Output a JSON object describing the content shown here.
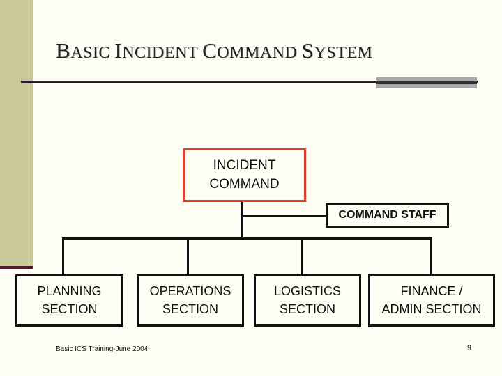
{
  "title": {
    "b": "B",
    "asic": "ASIC",
    "i": "I",
    "ncident": "NCIDENT",
    "c": "C",
    "ommand": "OMMAND",
    "s": "S",
    "ystem": "YSTEM"
  },
  "org_chart": {
    "incident_command": "INCIDENT\nCOMMAND",
    "command_staff": "COMMAND STAFF",
    "sections": [
      {
        "label": "PLANNING\nSECTION"
      },
      {
        "label": "OPERATIONS\nSECTION"
      },
      {
        "label": "LOGISTICS\nSECTION"
      },
      {
        "label": "FINANCE /\nADMIN SECTION"
      }
    ]
  },
  "footer": {
    "text": "Basic ICS Training-June 2004",
    "page_number": "9"
  },
  "colors": {
    "background": "#FEFEF4",
    "sidebar": "#C9C99A",
    "incident_border": "#E8392A"
  }
}
